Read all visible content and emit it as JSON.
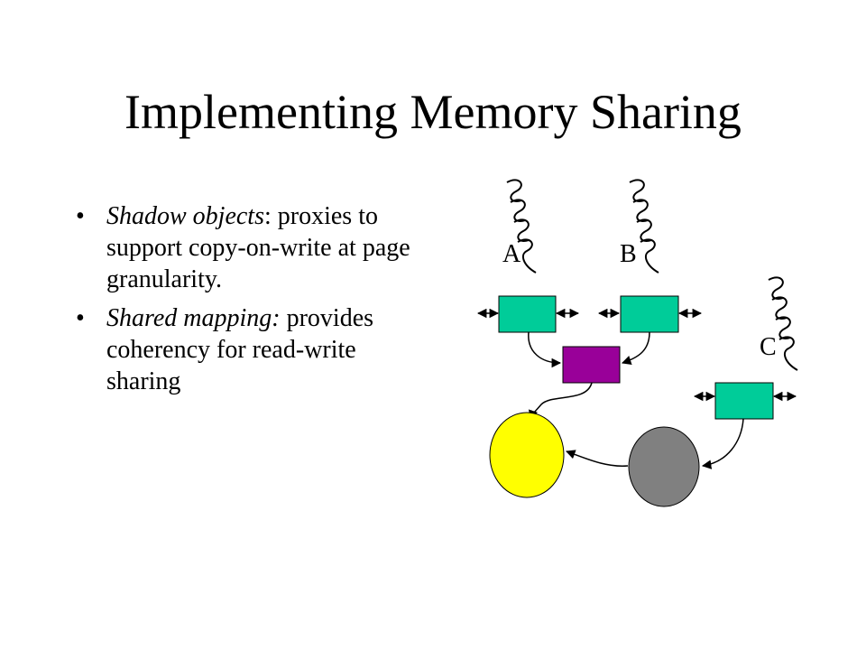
{
  "slide": {
    "title": "Implementing Memory Sharing",
    "bullets": [
      {
        "marker": "•",
        "term": "Shadow objects",
        "rest": ": proxies to support copy-on-write at page granularity."
      },
      {
        "marker": "•",
        "term": "Shared mapping:",
        "rest": " provides coherency for read-write sharing"
      }
    ]
  },
  "diagram": {
    "threads": [
      {
        "label": "A"
      },
      {
        "label": "B"
      },
      {
        "label": "C"
      }
    ],
    "colors": {
      "shadow_box": "#00cc99",
      "shadow_object": "#990099",
      "memory_object": "#ffff00",
      "shared_mapping": "#808080",
      "stroke": "#000000"
    }
  }
}
